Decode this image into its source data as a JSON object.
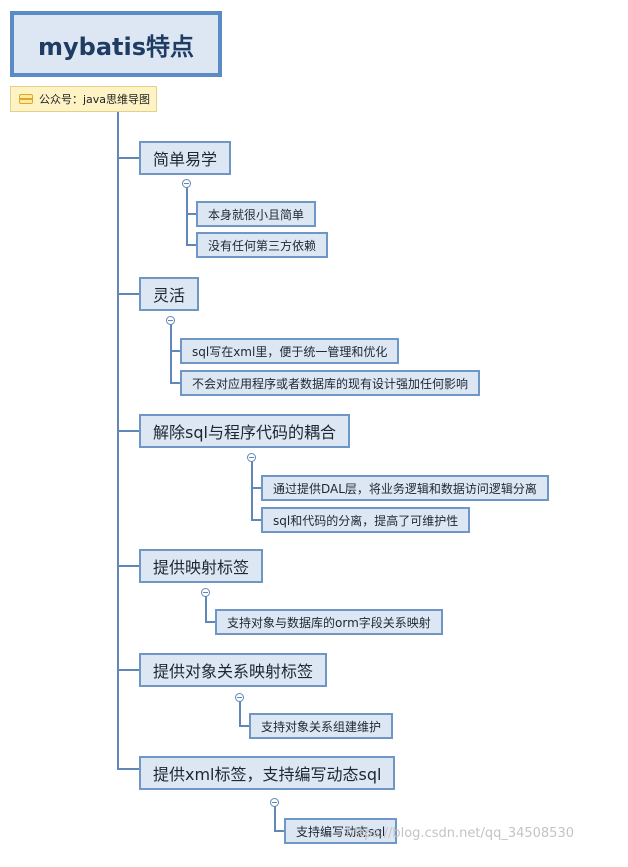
{
  "root": {
    "title": "mybatis特点"
  },
  "note": {
    "text": "公众号：java思维导图",
    "icon": "note-icon"
  },
  "topics": [
    {
      "label": "简单易学",
      "children": [
        "本身就很小且简单",
        "没有任何第三方依赖"
      ]
    },
    {
      "label": "灵活",
      "children": [
        "sql写在xml里，便于统一管理和优化",
        "不会对应用程序或者数据库的现有设计强加任何影响"
      ]
    },
    {
      "label": "解除sql与程序代码的耦合",
      "children": [
        "通过提供DAL层，将业务逻辑和数据访问逻辑分离",
        "sql和代码的分离，提高了可维护性"
      ]
    },
    {
      "label": "提供映射标签",
      "children": [
        "支持对象与数据库的orm字段关系映射"
      ]
    },
    {
      "label": "提供对象关系映射标签",
      "children": [
        "支持对象关系组建维护"
      ]
    },
    {
      "label": "提供xml标签，支持编写动态sql",
      "children": [
        "支持编写动态sql"
      ]
    }
  ],
  "watermark": "https://blog.csdn.net/qq_34508530",
  "colors": {
    "border": "#5b8bc5",
    "fill": "#dde7f4",
    "line": "#5f87b7",
    "note": "#fdf3c4"
  }
}
